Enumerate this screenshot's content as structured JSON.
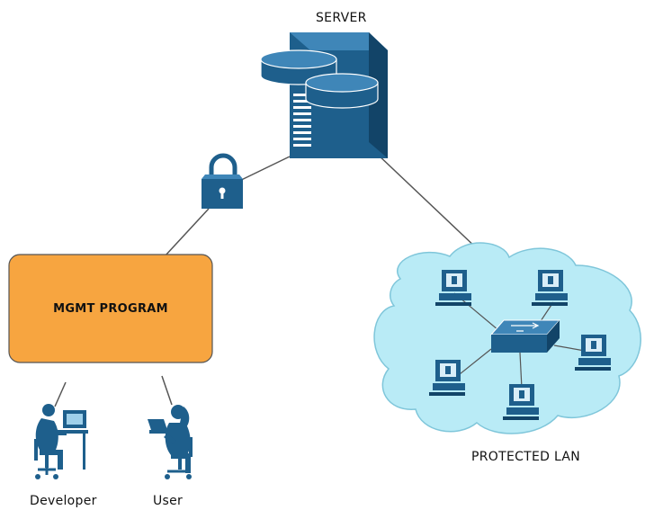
{
  "server": {
    "label": "SERVER",
    "icon": "server-icon"
  },
  "lock": {
    "icon": "lock-icon"
  },
  "mgmt": {
    "label": "MGMT PROGRAM",
    "fill": "#f7a540",
    "stroke": "#555555"
  },
  "lan": {
    "label": "PROTECTED LAN",
    "cloud_fill": "#b9ebf6",
    "cloud_stroke": "#7fc6da",
    "hub_icon": "network-switch-icon",
    "host_icon": "computer-icon"
  },
  "people": [
    {
      "label": "Developer",
      "icon": "developer-at-desk-icon"
    },
    {
      "label": "User",
      "icon": "user-with-laptop-icon"
    }
  ],
  "colors": {
    "device_blue": "#1b5a86",
    "link": "#555555"
  }
}
